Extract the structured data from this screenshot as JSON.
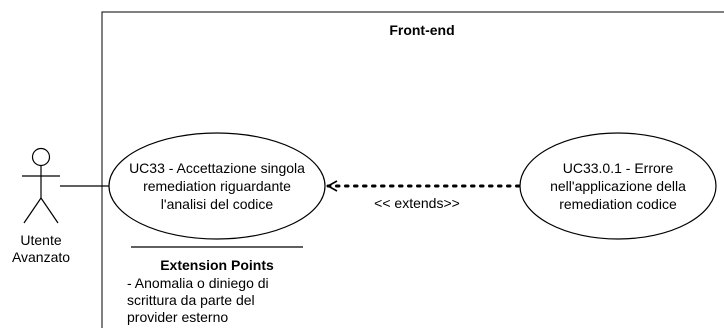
{
  "system": {
    "title": "Front-end"
  },
  "actor": {
    "name_line1": "Utente",
    "name_line2": "Avanzato"
  },
  "use_cases": [
    {
      "lines": [
        "UC33 - Accettazione singola",
        "remediation riguardante",
        "l'analisi del codice"
      ]
    },
    {
      "lines": [
        "UC33.0.1 - Errore",
        "nell'applicazione della",
        "remediation codice"
      ]
    }
  ],
  "relation": {
    "label": "<< extends>>"
  },
  "extension_points": {
    "title": "Extension Points",
    "lines": [
      "- Anomalia o diniego di",
      "scrittura da parte del",
      "provider esterno"
    ]
  }
}
